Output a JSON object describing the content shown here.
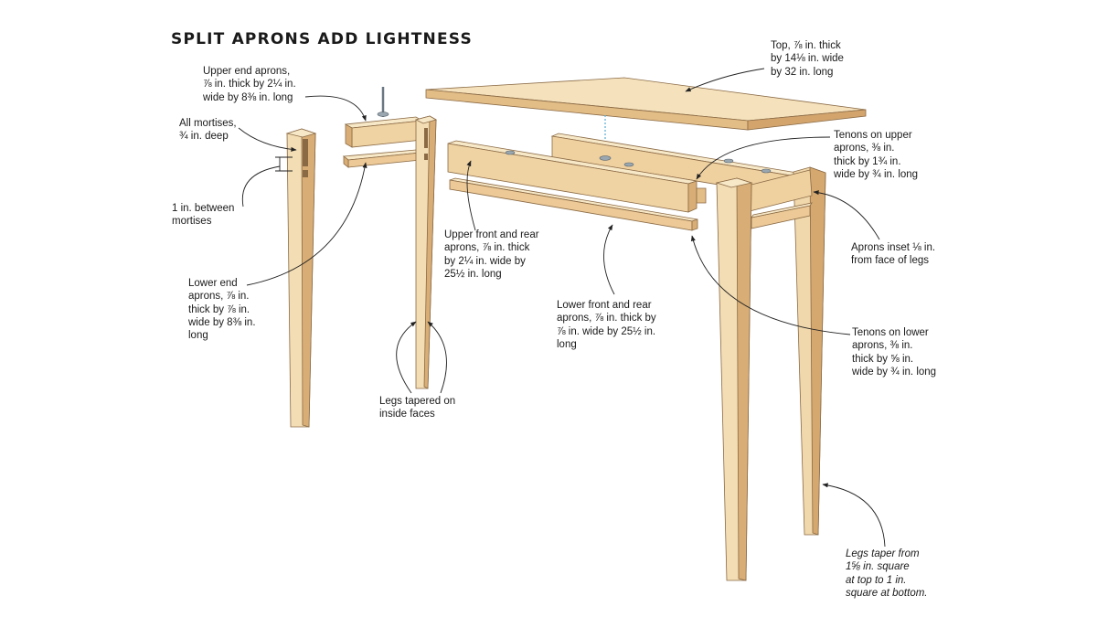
{
  "title": "SPLIT APRONS ADD LIGHTNESS",
  "labels": {
    "top": "Top, ⅞ in. thick\nby 14⅛ in. wide\nby 32 in. long",
    "upper_end_aprons": "Upper end aprons,\n⅞ in. thick by 2¼ in.\nwide by 8⅜ in. long",
    "all_mortises": "All mortises,\n¾ in. deep",
    "between_mortises": "1 in. between\nmortises",
    "lower_end_aprons": "Lower end\naprons, ⅞ in.\nthick by ⅞ in.\nwide by 8⅜ in.\nlong",
    "upper_front_rear": "Upper front and rear\naprons, ⅞ in. thick\nby 2¼ in. wide by\n25½ in. long",
    "lower_front_rear": "Lower front and rear\naprons, ⅞ in. thick by\n⅞ in. wide by 25½ in.\nlong",
    "legs_tapered_inside": "Legs tapered on\ninside faces",
    "tenons_upper": "Tenons on upper\naprons, ⅜ in.\nthick by 1¾ in.\nwide by ¾ in. long",
    "aprons_inset": "Aprons inset ⅛ in.\nfrom face of legs",
    "tenons_lower": "Tenons on lower\naprons, ⅜ in.\nthick by ⅝ in.\nwide by ¾ in. long",
    "legs_taper_from": "Legs taper from\n1⅝ in. square\nat top to 1 in.\nsquare at bottom."
  },
  "colors": {
    "wood_light": "#f3ddb4",
    "wood_mid": "#e8c796",
    "wood_dark": "#d9ae76",
    "wood_edge": "#c99a61",
    "outline": "#8a6a45",
    "leader": "#222222",
    "screw": "#9aa7b0",
    "dowel_blue": "#6fb6d9"
  }
}
